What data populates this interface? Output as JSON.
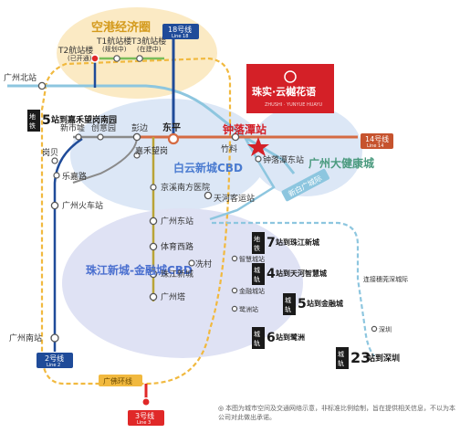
{
  "zones": {
    "airport": "空港经济圈",
    "baiyun": "白云新城CBD",
    "zhujiang": "珠江新城-金融城CBD",
    "health": "广州大健康城"
  },
  "project": {
    "name": "珠实·云樾花语",
    "brand_color": "#d42027",
    "logo_sub": "ZHUSHI · YUNYUE HUAYU"
  },
  "badges": {
    "line18": {
      "title": "18号线",
      "sub": "Line 18",
      "color": "#1f4b99"
    },
    "line14": {
      "title": "14号线",
      "sub": "Line 14",
      "color": "#c6532e"
    },
    "line2": {
      "title": "2号线",
      "sub": "Line 2",
      "color": "#1f4b99"
    },
    "line3": {
      "title": "3号线",
      "sub": "Line 3",
      "color": "#e02828"
    },
    "guangfo": {
      "title": "广佛环线"
    },
    "xinbai": {
      "title": "新白广城际"
    }
  },
  "stations": {
    "t2": "T2航站楼",
    "t2_note": "(已开通)",
    "t1": "T1航站楼",
    "t1_note": "(规划中)",
    "t3": "T3航站楼",
    "t3_note": "(在建中)",
    "guangzhou_north": "广州北站",
    "xinshicheng": "新市墟",
    "chuangyiyuan": "创意园",
    "pengbian": "彭边",
    "dongping": "东平",
    "zhuliao": "竹料",
    "zhongluotan": "钟落潭站",
    "zhongluotan_east": "钟落潭东站",
    "gangding": "岗贝",
    "jiahe_wanggang": "嘉禾望岗",
    "lejiaolu": "乐嘉路",
    "guangzhou_huochezhan": "广州火车站",
    "jingxi": "京溪南方医院",
    "tianhe_keyun": "天河客运站",
    "guangzhou_dongzhan": "广州东站",
    "tiyu_xilu": "体育西路",
    "xiancun": "冼村",
    "zhujiangxincheng": "珠江新城",
    "guangzhouta": "广州塔",
    "guangzhou_nanzhan": "广州南站",
    "zhiju": "智慧城站",
    "jinrong": "金融城站",
    "lizhou": "鹭洲站",
    "shenzhen": "深圳",
    "lianjie": "连接穗莞深城际"
  },
  "callouts": {
    "metro_jiahe": {
      "tag": "地铁",
      "num": "5",
      "text": "站到嘉禾望岗南园"
    },
    "metro_zhujiang": {
      "tag": "地铁",
      "num": "7",
      "text": "站到珠江新城"
    },
    "rail_zhihui": {
      "tag": "城轨",
      "num": "4",
      "text": "站到天河智慧城"
    },
    "rail_jinrong": {
      "tag": "城轨",
      "num": "5",
      "text": "站到金融城"
    },
    "rail_lizhou": {
      "tag": "城轨",
      "num": "6",
      "text": "站到鹭洲"
    },
    "rail_shenzhen": {
      "tag": "城轨",
      "num": "23",
      "text": "站到深圳"
    }
  },
  "note": {
    "icon": "◎",
    "text": "本图为城市空间及交通网络示意，非标准比例绘制，旨在提供相关信息，不以为本公司对此做出承诺。"
  }
}
